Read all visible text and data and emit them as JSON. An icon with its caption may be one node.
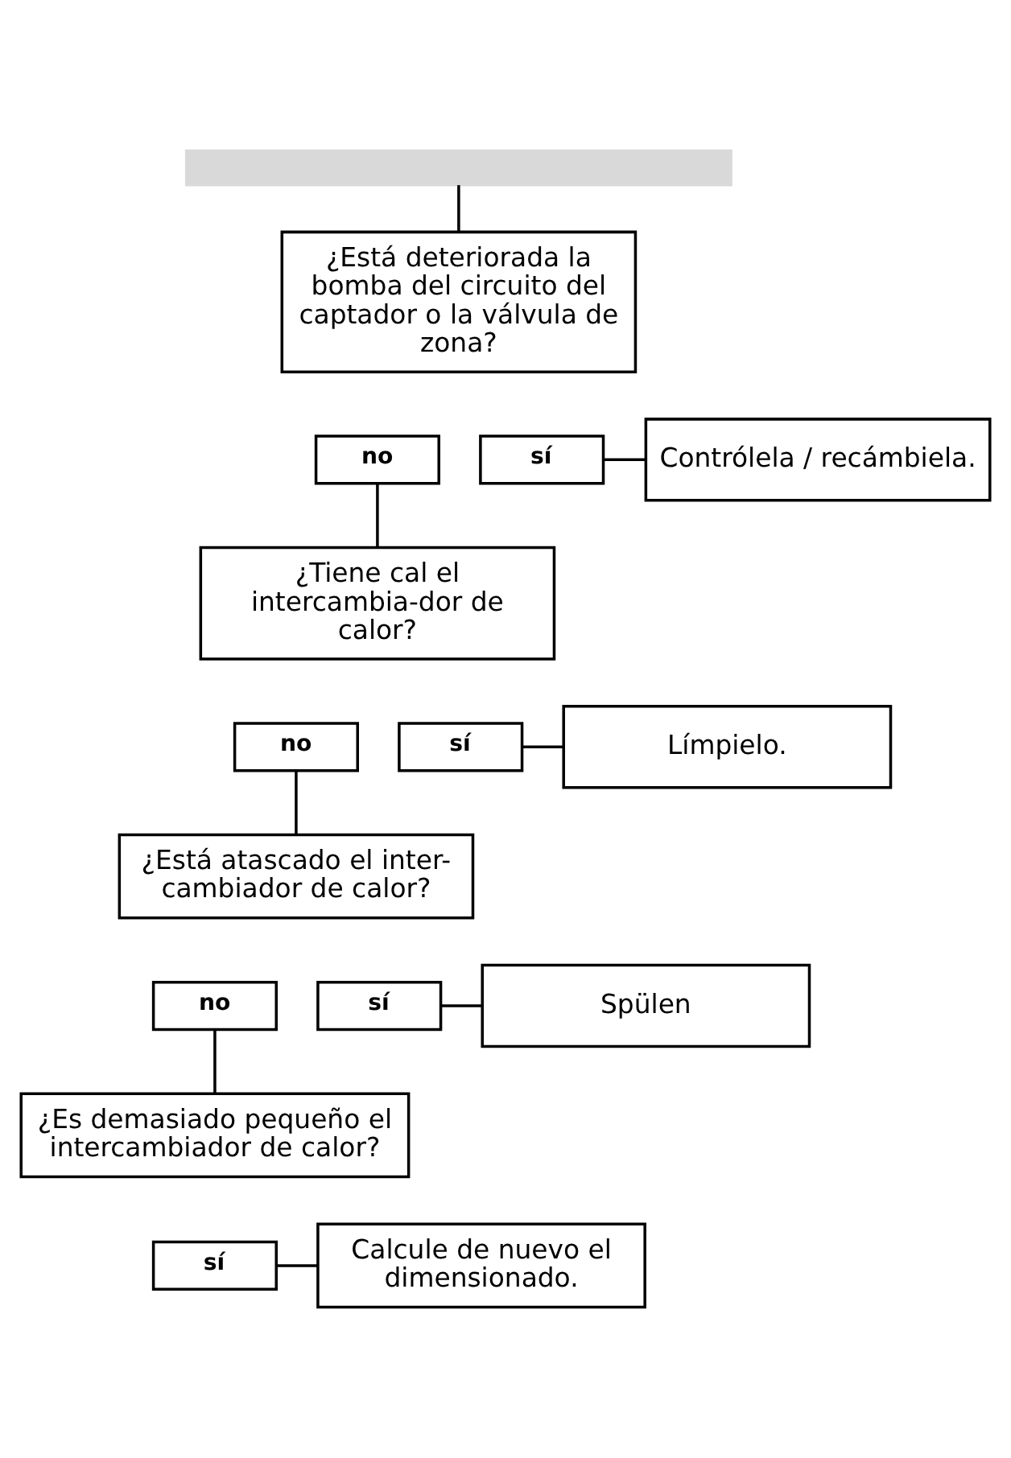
{
  "diagram": {
    "nodes": [
      {
        "text": [],
        "shape": "bar"
      },
      {
        "text": [
          "¿Está deteriorada la bomba del circuito del captador o la válvula de zona?"
        ]
      },
      {
        "text": [
          "no"
        ]
      },
      {
        "text": [
          "sí"
        ]
      },
      {
        "text": [
          "Contrólela / recámbiela."
        ]
      },
      {
        "text": [
          "¿Tiene cal el intercambia-dor de calor?"
        ]
      },
      {
        "text": [
          "no"
        ]
      },
      {
        "text": [
          "sí"
        ]
      },
      {
        "text": [
          "Límpielo."
        ]
      },
      {
        "text": [
          "¿Está atascado el inter-cambiador de calor?"
        ]
      },
      {
        "text": [
          "no"
        ]
      },
      {
        "text": [
          "sí"
        ]
      },
      {
        "text": [
          "Spülen"
        ]
      },
      {
        "text": [
          "¿Es demasiado pequeño el intercambiador de calor?"
        ]
      },
      {
        "text": [
          "sí"
        ]
      },
      {
        "text": [
          "Calcule de nuevo el dimensionado."
        ]
      }
    ],
    "edges": [
      {
        "from": 0,
        "to": 1,
        "arrow": "none"
      },
      {
        "from": 3,
        "to": 4,
        "arrow": "none"
      },
      {
        "from": 2,
        "to": 5,
        "arrow": "none"
      },
      {
        "from": 7,
        "to": 8,
        "arrow": "none"
      },
      {
        "from": 6,
        "to": 9,
        "arrow": "none"
      },
      {
        "from": 11,
        "to": 12,
        "arrow": "none"
      },
      {
        "from": 10,
        "to": 13,
        "arrow": "none"
      },
      {
        "from": 14,
        "to": 15,
        "arrow": "none"
      }
    ]
  }
}
